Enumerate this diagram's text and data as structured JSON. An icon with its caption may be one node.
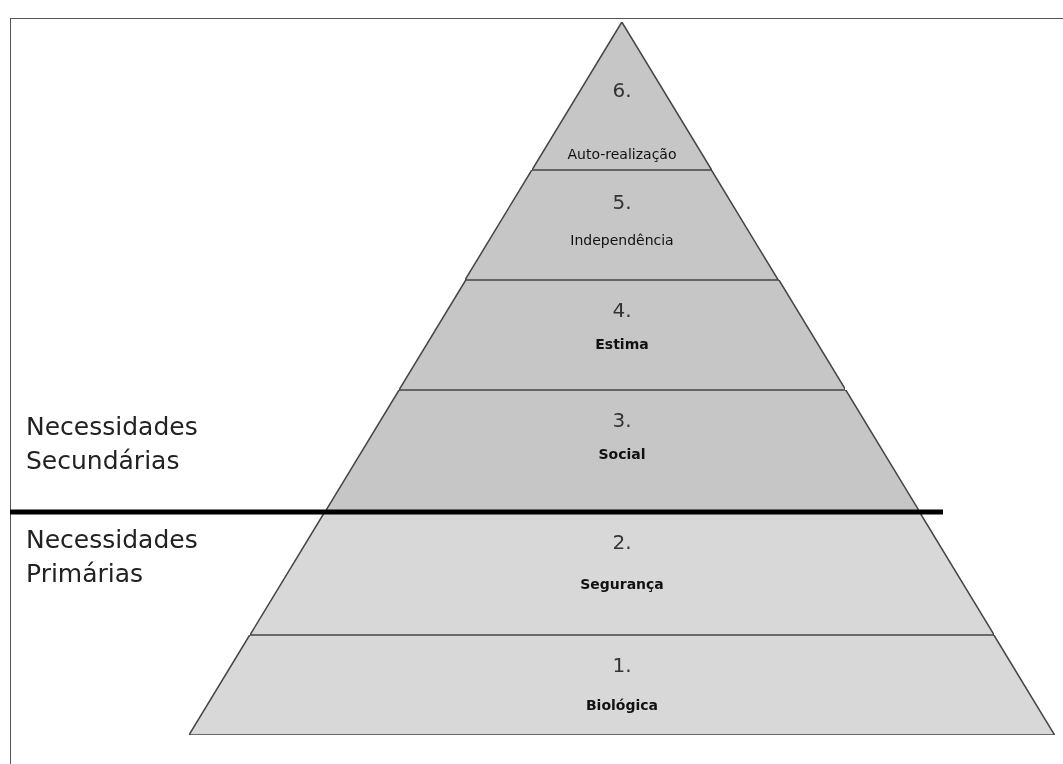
{
  "diagram": {
    "nodes": [
      {
        "text": [
          "6.",
          "Auto-realização"
        ]
      },
      {
        "text": [
          "5.",
          "Independência"
        ]
      },
      {
        "text": [
          "4.",
          "Estima"
        ]
      },
      {
        "text": [
          "3.",
          "Social"
        ]
      },
      {
        "text": [
          "2.",
          "Segurança"
        ]
      },
      {
        "text": [
          "1.",
          "Biológica"
        ]
      }
    ],
    "labels": [
      "Necessidades Secundárias",
      "Necessidades Primárias"
    ]
  }
}
